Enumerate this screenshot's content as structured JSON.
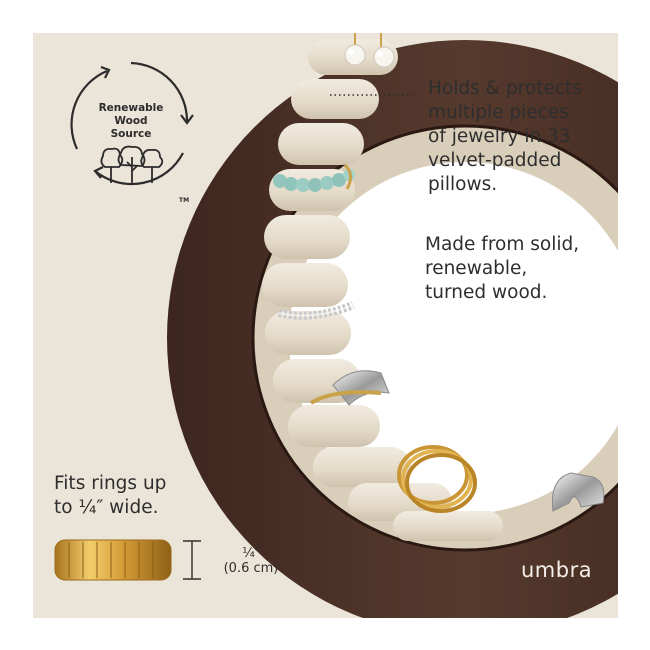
{
  "badge": {
    "line1": "Renewable",
    "line2": "Wood",
    "line3": "Source",
    "trademark": "TM",
    "icon": "trees-icon"
  },
  "callouts": {
    "holds": [
      "Holds & protects",
      "multiple pieces",
      "of jewelry in 33",
      "velvet-padded",
      "pillows."
    ],
    "material": [
      "Made from solid,",
      "renewable,",
      "turned wood."
    ]
  },
  "fit": {
    "lines": [
      "Fits rings up",
      "to ¼″ wide."
    ],
    "size_imperial": "¼″",
    "size_metric": "(0.6 cm)"
  },
  "brand": "umbra",
  "colors": {
    "background": "#ebe4d8",
    "wood": "#4a3027",
    "velvet": "#e6dccb",
    "gold": "#d9a640",
    "text": "#2e2e2e"
  }
}
